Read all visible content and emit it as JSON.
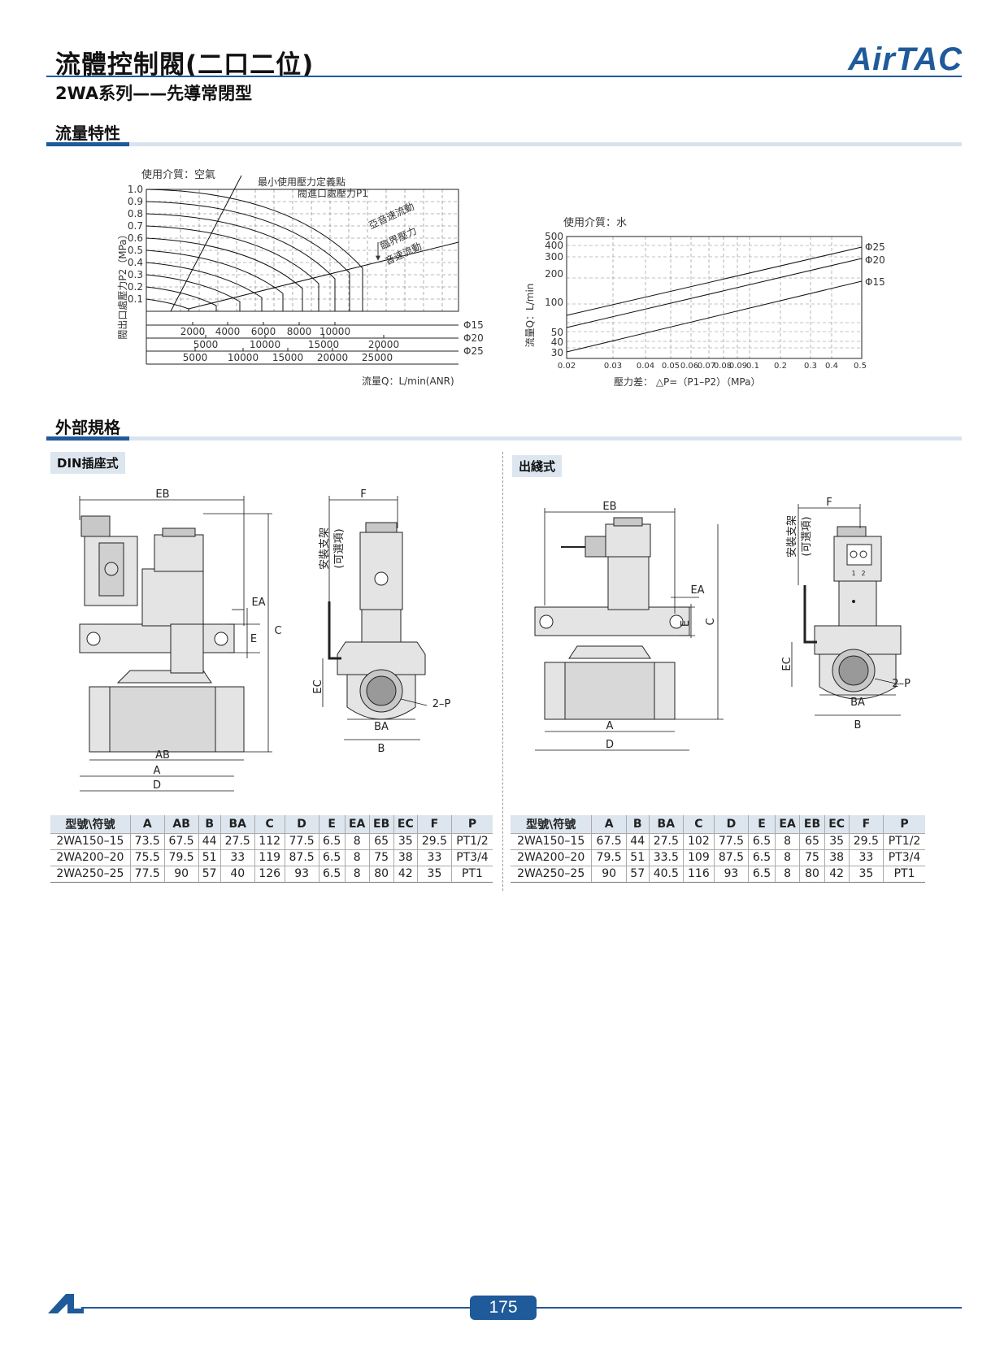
{
  "header": {
    "title": "流體控制閥(二口二位)",
    "subtitle": "2WA系列——先導常閉型",
    "brand": "AirTAC"
  },
  "sections": {
    "flow": "流量特性",
    "dimensions": "外部規格"
  },
  "chart_data": [
    {
      "type": "line",
      "medium": "使用介質：空氣",
      "ylabel": "閥出口處壓力P2（MPa）",
      "xlabel": "流量Q：L/min(ANR)",
      "y_ticks": [
        "1.0",
        "0.9",
        "0.8",
        "0.7",
        "0.6",
        "0.5",
        "0.4",
        "0.3",
        "0.2",
        "0.1"
      ],
      "ylim": [
        0,
        1.0
      ],
      "annotations": [
        "最小使用壓力定義點",
        "閥進口處壓力P1",
        "亞音速流動",
        "臨界壓力",
        "音速流動"
      ],
      "scales": [
        {
          "name": "Φ15",
          "ticks": [
            "2000",
            "4000",
            "6000",
            "8000",
            "10000"
          ],
          "values": [
            2000,
            4000,
            6000,
            8000,
            10000
          ]
        },
        {
          "name": "Φ20",
          "ticks": [
            "5000",
            "10000",
            "15000",
            "20000"
          ],
          "values": [
            5000,
            10000,
            15000,
            20000
          ]
        },
        {
          "name": "Φ25",
          "ticks": [
            "5000",
            "10000",
            "15000",
            "20000",
            "25000"
          ],
          "values": [
            5000,
            10000,
            15000,
            20000,
            25000
          ]
        }
      ],
      "p1_curves": [
        1.0,
        0.9,
        0.8,
        0.7,
        0.6,
        0.5,
        0.4,
        0.3,
        0.2,
        0.1
      ]
    },
    {
      "type": "line",
      "medium": "使用介質：水",
      "ylabel": "流量Q：L/min",
      "xlabel": "壓力差：   △P=（P1–P2）（MPa）",
      "scale": "log",
      "x_ticks": [
        "0.02",
        "0.03",
        "0.04",
        "0.05",
        "0.06",
        "0.07",
        "0.08",
        "0.09",
        "0.1",
        "0.2",
        "0.3",
        "0.4",
        "0.5"
      ],
      "x_values": [
        0.02,
        0.03,
        0.04,
        0.05,
        0.06,
        0.07,
        0.08,
        0.09,
        0.1,
        0.2,
        0.3,
        0.4,
        0.5
      ],
      "y_ticks": [
        "500",
        "400",
        "300",
        "200",
        "100",
        "50",
        "40",
        "30"
      ],
      "y_values": [
        500,
        400,
        300,
        200,
        100,
        50,
        40,
        30
      ],
      "xlim": [
        0.02,
        0.5
      ],
      "ylim": [
        30,
        500
      ],
      "series": [
        {
          "name": "Φ25",
          "x": [
            0.02,
            0.5
          ],
          "y": [
            72,
            415
          ]
        },
        {
          "name": "Φ20",
          "x": [
            0.02,
            0.5
          ],
          "y": [
            55,
            320
          ]
        },
        {
          "name": "Φ15",
          "x": [
            0.02,
            0.5
          ],
          "y": [
            34,
            190
          ]
        }
      ]
    }
  ],
  "din": {
    "label": "DIN插座式",
    "dims": {
      "eb": "EB",
      "ea": "EA",
      "e": "E",
      "c": "C",
      "ab": "AB",
      "a": "A",
      "d": "D",
      "f": "F",
      "ec": "EC",
      "ba": "BA",
      "b": "B",
      "p": "2–P",
      "bracket": "安裝支架",
      "optional": "(可選項)"
    },
    "table": {
      "headers": [
        "型號\\符號",
        "A",
        "AB",
        "B",
        "BA",
        "C",
        "D",
        "E",
        "EA",
        "EB",
        "EC",
        "F",
        "P"
      ],
      "rows": [
        [
          "2WA150–15",
          "73.5",
          "67.5",
          "44",
          "27.5",
          "112",
          "77.5",
          "6.5",
          "8",
          "65",
          "35",
          "29.5",
          "PT1/2"
        ],
        [
          "2WA200–20",
          "75.5",
          "79.5",
          "51",
          "33",
          "119",
          "87.5",
          "6.5",
          "8",
          "75",
          "38",
          "33",
          "PT3/4"
        ],
        [
          "2WA250–25",
          "77.5",
          "90",
          "57",
          "40",
          "126",
          "93",
          "6.5",
          "8",
          "80",
          "42",
          "35",
          "PT1"
        ]
      ]
    }
  },
  "wire": {
    "label": "出綫式",
    "dims": {
      "eb": "EB",
      "ea": "EA",
      "e": "E",
      "c": "C",
      "a": "A",
      "d": "D",
      "f": "F",
      "ec": "EC",
      "ba": "BA",
      "b": "B",
      "p": "2–P",
      "bracket": "安裝支架",
      "optional": "(可選項)",
      "pin1": "1",
      "pin2": "2"
    },
    "table": {
      "headers": [
        "型號\\符號",
        "A",
        "B",
        "BA",
        "C",
        "D",
        "E",
        "EA",
        "EB",
        "EC",
        "F",
        "P"
      ],
      "rows": [
        [
          "2WA150–15",
          "67.5",
          "44",
          "27.5",
          "102",
          "77.5",
          "6.5",
          "8",
          "65",
          "35",
          "29.5",
          "PT1/2"
        ],
        [
          "2WA200–20",
          "79.5",
          "51",
          "33.5",
          "109",
          "87.5",
          "6.5",
          "8",
          "75",
          "38",
          "33",
          "PT3/4"
        ],
        [
          "2WA250–25",
          "90",
          "57",
          "40.5",
          "116",
          "93",
          "6.5",
          "8",
          "80",
          "42",
          "35",
          "PT1"
        ]
      ]
    }
  },
  "footer": {
    "page_number": "175"
  },
  "colors": {
    "accent": "#1f5a9a",
    "tint": "#dde6ef",
    "body": "#e4e4e4"
  }
}
